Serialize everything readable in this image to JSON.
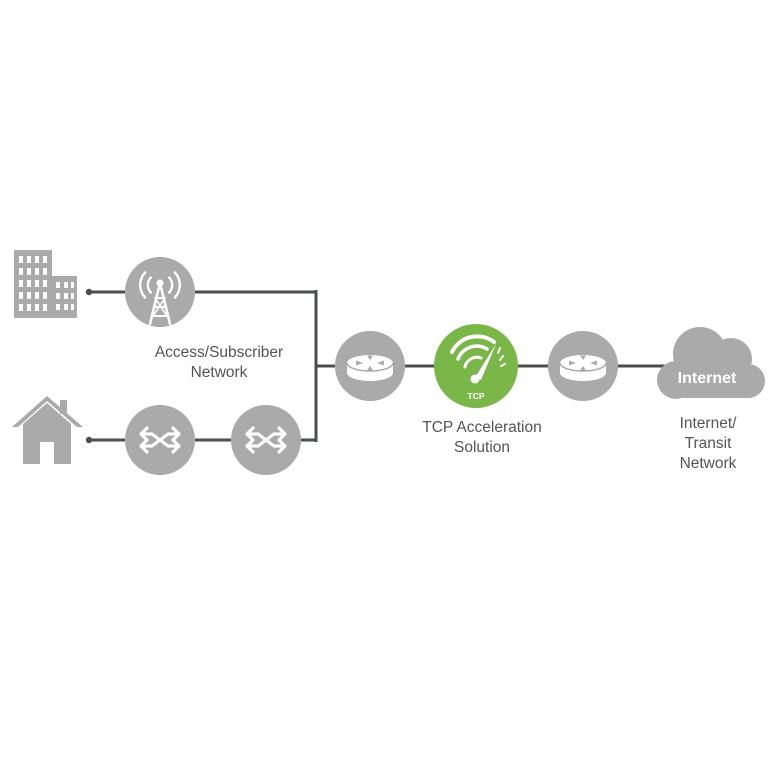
{
  "colors": {
    "node_gray": "#aaaaaa",
    "node_green": "#7ab648",
    "line": "#4a4f4c",
    "text": "#555555",
    "icon_white": "#ffffff"
  },
  "labels": {
    "access_network": [
      "Access/Subscriber",
      "Network"
    ],
    "tcp_solution": [
      "TCP Acceleration",
      "Solution"
    ],
    "internet_network": [
      "Internet/",
      "Transit",
      "Network"
    ]
  },
  "tcp_badge": "TCP",
  "cloud_text": "Internet",
  "icons": {
    "building": "office-building-icon",
    "house": "house-icon",
    "tower": "cell-tower-icon",
    "switch": "switch-icon",
    "router": "router-icon",
    "accelerator": "speedometer-icon",
    "cloud": "cloud-icon"
  }
}
